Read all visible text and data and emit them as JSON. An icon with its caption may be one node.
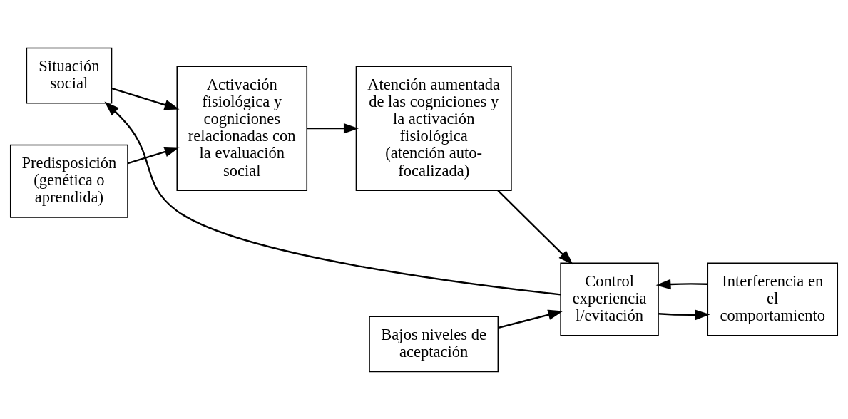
{
  "diagram": {
    "nodes": [
      {
        "text": [
          "Situación social"
        ]
      },
      {
        "text": [
          "Predisposición (genética o aprendida)"
        ]
      },
      {
        "text": [
          "Activación fisiológica y cogniciones relacionadas con la evaluación social"
        ]
      },
      {
        "text": [
          "Atención aumentada de las cogniciones y la activación fisiológica (atención auto-focalizada)"
        ]
      },
      {
        "text": [
          "Bajos niveles de aceptación"
        ]
      },
      {
        "text": [
          "Control experiencia l/evitación"
        ]
      },
      {
        "text": [
          "Interferencia en el comportamiento"
        ]
      }
    ],
    "edges": [
      {
        "from": 0,
        "to": 2,
        "arrow": "to"
      },
      {
        "from": 1,
        "to": 2,
        "arrow": "to"
      },
      {
        "from": 2,
        "to": 3,
        "arrow": "to"
      },
      {
        "from": 3,
        "to": 5,
        "arrow": "to"
      },
      {
        "from": 4,
        "to": 5,
        "arrow": "to"
      },
      {
        "from": 5,
        "to": 6,
        "arrow": "to"
      },
      {
        "from": 6,
        "to": 5,
        "arrow": "to"
      },
      {
        "from": 5,
        "to": 0,
        "arrow": "to"
      }
    ]
  }
}
